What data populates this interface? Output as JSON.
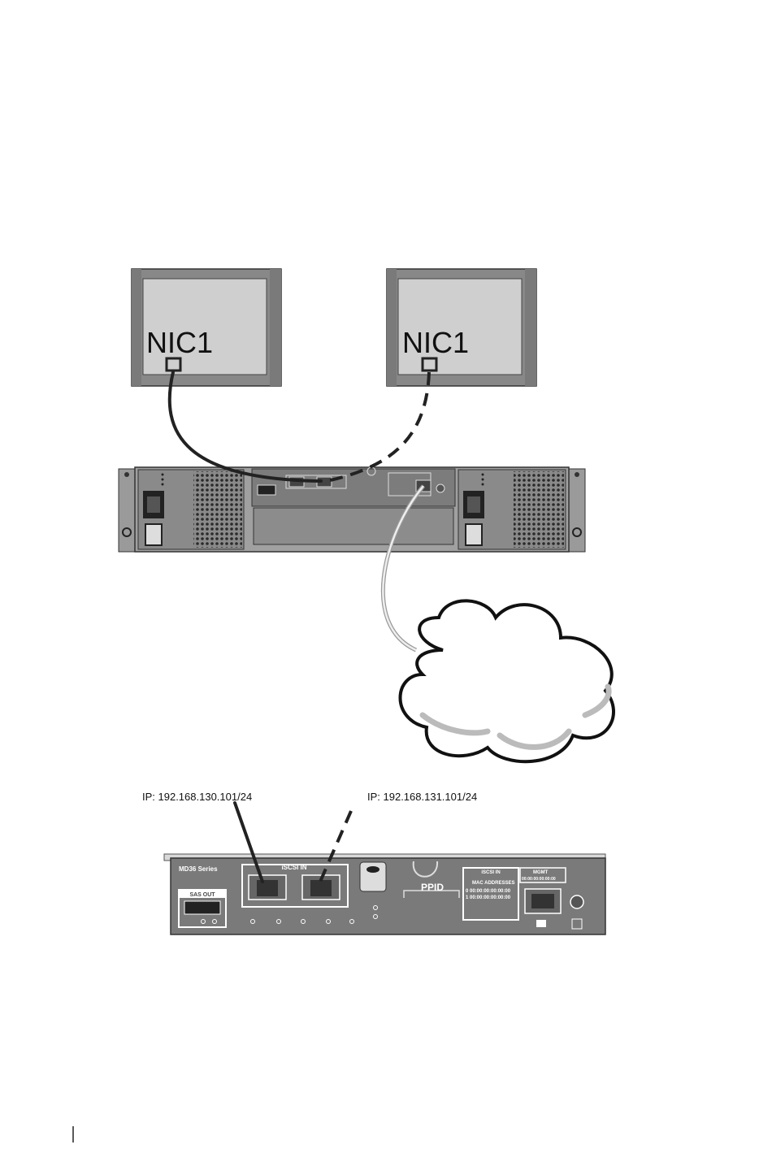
{
  "hosts": [
    {
      "nic_label": "NIC1"
    },
    {
      "nic_label": "NIC1"
    }
  ],
  "controller_detail": {
    "series_label": "MD36 Series",
    "iscsi_in_label": "iSCSI IN",
    "sas_out_label": "SAS OUT",
    "ppid_label": "PPID",
    "mac_panel_title": "iSCSI IN",
    "mac_addresses_label": "MAC ADDRESSES",
    "mac_rows": [
      "0  00:00:00:00:00:00",
      "1  00:00:00:00:00:00"
    ],
    "mgmt_label": "MGMT",
    "mgmt_mac": "00:00:00:00:00:00"
  },
  "ip_labels": {
    "port0": "IP: 192.168.130.101/24",
    "port1": "IP: 192.168.131.101/24"
  },
  "cable_styles": {
    "host1_link": "solid",
    "host2_link": "dashed",
    "management_link": "solid-grey"
  }
}
